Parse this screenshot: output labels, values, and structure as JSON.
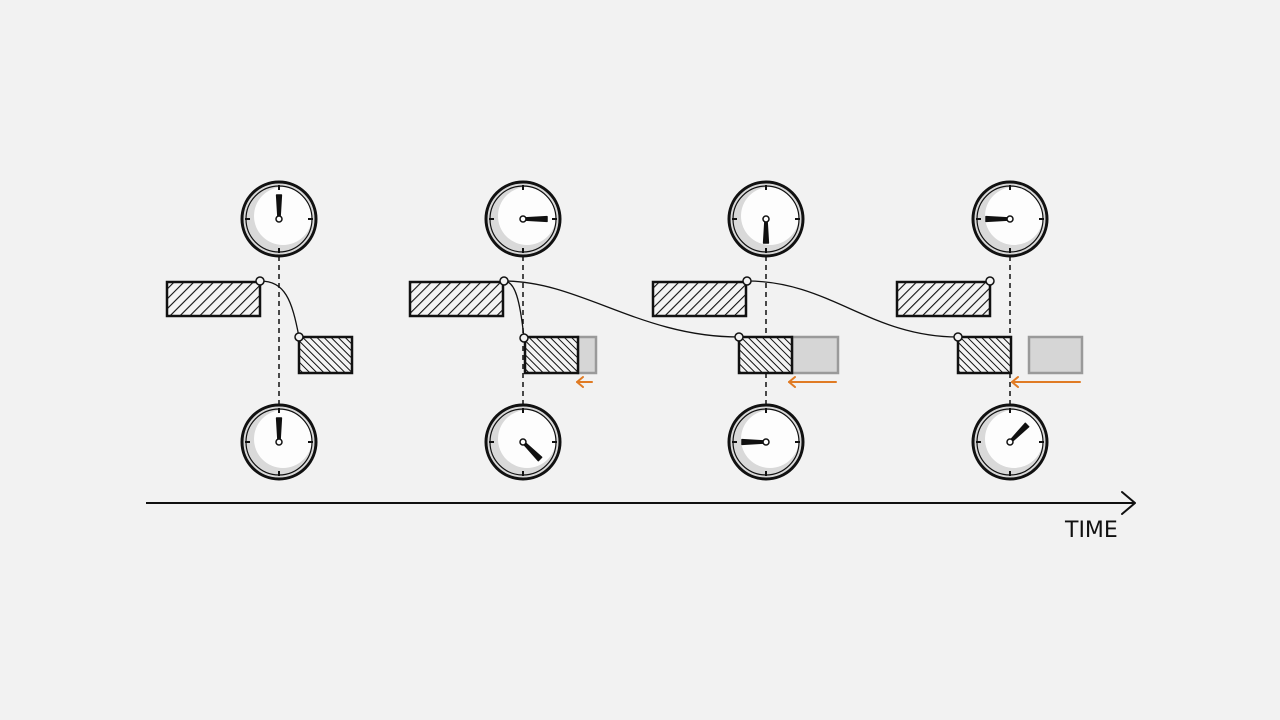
{
  "axis": {
    "label": "TIME"
  },
  "colors": {
    "background": "#f2f2f2",
    "ink": "#111111",
    "clock_face": "#d9d9d9",
    "clock_highlight": "#ffffff",
    "ghost_fill": "#d6d6d6",
    "ghost_stroke": "#9a9a9a",
    "accent_arrow": "#e07b24"
  },
  "stages": [
    {
      "id": "stage-1",
      "top_clock_hand": "12",
      "bottom_clock_hand": "12",
      "has_ghost": false,
      "has_shift_arrow": false
    },
    {
      "id": "stage-2",
      "top_clock_hand": "3",
      "bottom_clock_hand": "4:30",
      "has_ghost": true,
      "has_shift_arrow": true
    },
    {
      "id": "stage-3",
      "top_clock_hand": "6",
      "bottom_clock_hand": "9",
      "has_ghost": true,
      "has_shift_arrow": true
    },
    {
      "id": "stage-4",
      "top_clock_hand": "9",
      "bottom_clock_hand": "1:30",
      "has_ghost": true,
      "has_shift_arrow": true
    }
  ]
}
